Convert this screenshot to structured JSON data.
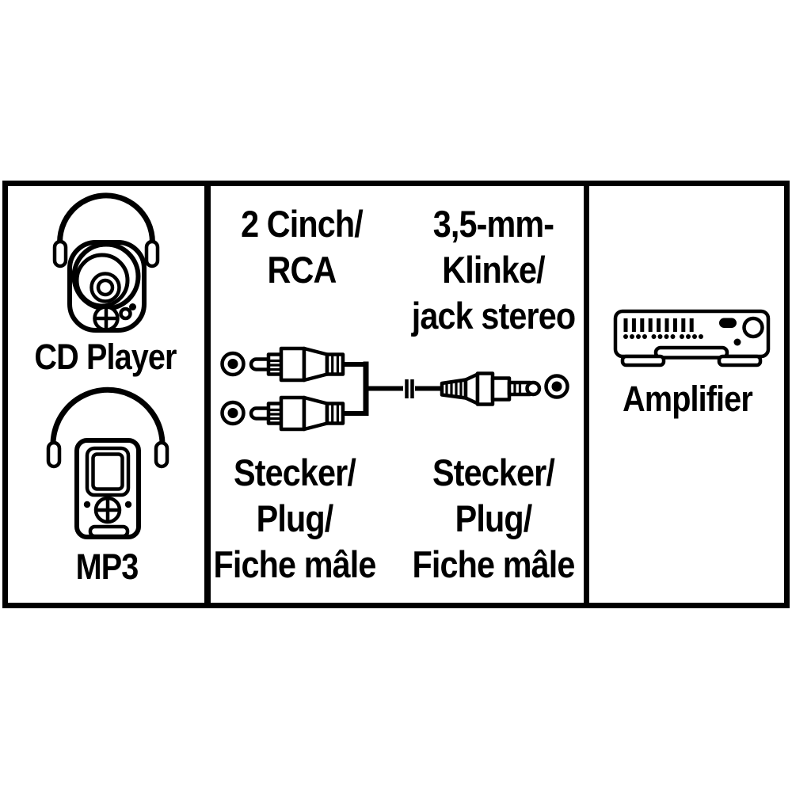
{
  "diagram": {
    "source_panel": {
      "devices": [
        {
          "label": "CD Player",
          "icon": "cd-player-with-headphones-icon"
        },
        {
          "label": "MP3",
          "icon": "mp3-player-with-headphones-icon"
        }
      ]
    },
    "cable_panel": {
      "icon": "rca-to-minijack-cable-icon",
      "connector_types": [
        {
          "lines": [
            "2 Cinch/",
            "RCA"
          ]
        },
        {
          "lines": [
            "3,5-mm-",
            "Klinke/",
            "jack stereo"
          ]
        }
      ],
      "plug_labels": [
        {
          "lines": [
            "Stecker/",
            "Plug/",
            "Fiche mâle"
          ]
        },
        {
          "lines": [
            "Stecker/",
            "Plug/",
            "Fiche mâle"
          ]
        }
      ]
    },
    "target_panel": {
      "devices": [
        {
          "label": "Amplifier",
          "icon": "amplifier-icon"
        }
      ]
    }
  },
  "colors": {
    "foreground": "#000000",
    "background": "#ffffff"
  }
}
